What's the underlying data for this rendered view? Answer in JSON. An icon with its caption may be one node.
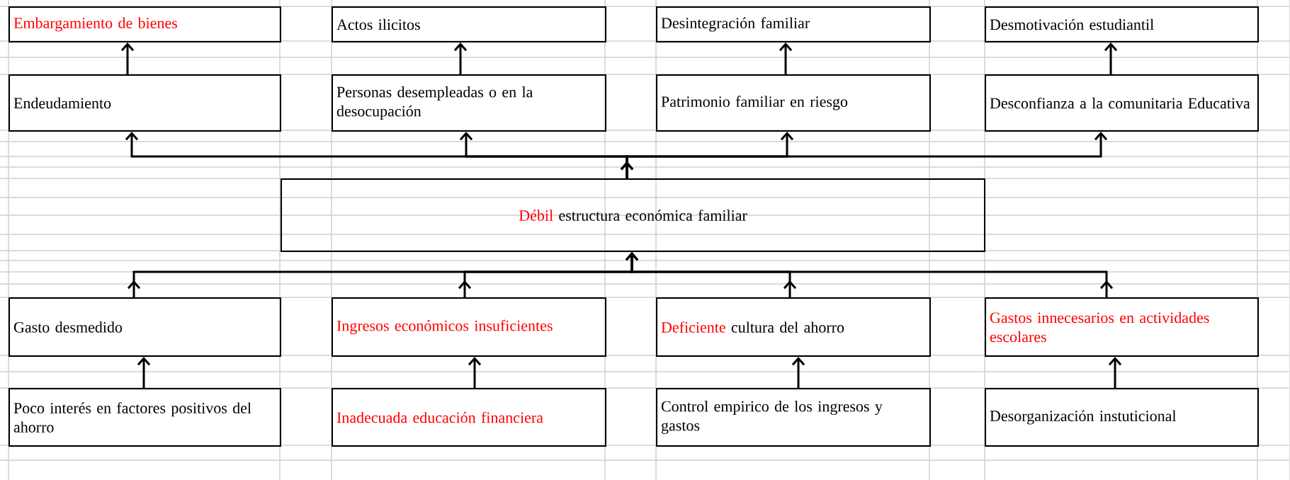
{
  "diagram": {
    "nodes": [
      {
        "text": [
          "Embargamiento de bienes"
        ]
      },
      {
        "text": [
          "Actos ilicitos"
        ]
      },
      {
        "text": [
          "Desintegración familiar"
        ]
      },
      {
        "text": [
          "Desmotivación estudiantil"
        ]
      },
      {
        "text": [
          "Endeudamiento"
        ]
      },
      {
        "text": [
          "Personas desempleadas o en la desocupación"
        ]
      },
      {
        "text": [
          "Patrimonio familiar en riesgo"
        ]
      },
      {
        "text": [
          "Desconfianza a la comunitaria Educativa"
        ]
      },
      {
        "text": [
          "Débil",
          "estructura económica familiar"
        ]
      },
      {
        "text": [
          "Gasto desmedido"
        ]
      },
      {
        "text": [
          "Ingresos económicos insuficientes"
        ]
      },
      {
        "text": [
          "Deficiente",
          "cultura del ahorro"
        ]
      },
      {
        "text": [
          "Gastos innecesarios en actividades escolares"
        ]
      },
      {
        "text": [
          "Poco interés en factores positivos del ahorro"
        ]
      },
      {
        "text": [
          "Inadecuada educación financiera"
        ]
      },
      {
        "text": [
          "Control empirico de los ingresos y gastos"
        ]
      },
      {
        "text": [
          "Desorganización instuticional"
        ]
      }
    ],
    "edges": [
      {
        "from": 4,
        "to": 0,
        "arrow": "to"
      },
      {
        "from": 5,
        "to": 1,
        "arrow": "to"
      },
      {
        "from": 6,
        "to": 2,
        "arrow": "to"
      },
      {
        "from": 7,
        "to": 3,
        "arrow": "to"
      },
      {
        "from": 8,
        "to": 4,
        "arrow": "to"
      },
      {
        "from": 8,
        "to": 5,
        "arrow": "to"
      },
      {
        "from": 8,
        "to": 6,
        "arrow": "to"
      },
      {
        "from": 8,
        "to": 7,
        "arrow": "to"
      },
      {
        "from": 9,
        "to": 8,
        "arrow": "to"
      },
      {
        "from": 10,
        "to": 8,
        "arrow": "to"
      },
      {
        "from": 11,
        "to": 8,
        "arrow": "to"
      },
      {
        "from": 12,
        "to": 8,
        "arrow": "to"
      },
      {
        "from": 13,
        "to": 9,
        "arrow": "to"
      },
      {
        "from": 14,
        "to": 10,
        "arrow": "to"
      },
      {
        "from": 15,
        "to": 11,
        "arrow": "to"
      },
      {
        "from": 16,
        "to": 12,
        "arrow": "to"
      }
    ]
  }
}
